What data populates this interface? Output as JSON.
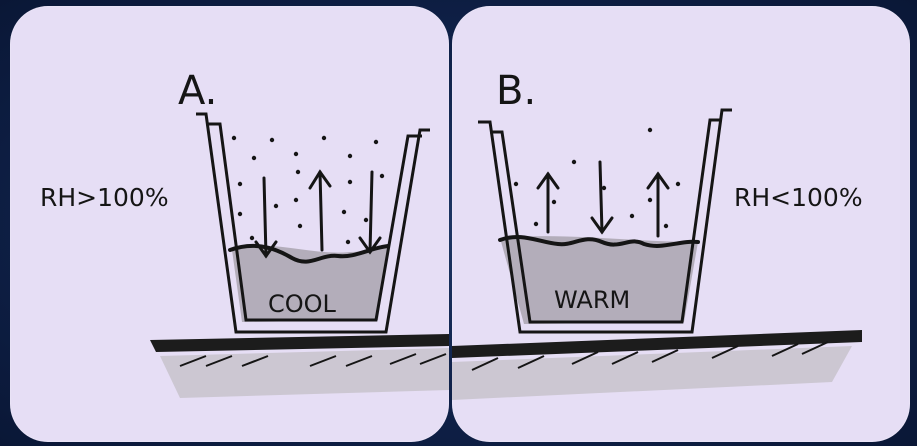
{
  "panels": [
    {
      "label": "A.",
      "rh_text": "RH>100%",
      "water_label": "COOL",
      "arrows": [
        "down",
        "up",
        "down"
      ]
    },
    {
      "label": "B.",
      "rh_text": "RH<100%",
      "water_label": "WARM",
      "arrows": [
        "up",
        "down",
        "up"
      ]
    }
  ],
  "colors": {
    "panel_bg": "#e6def5",
    "frame_bg": "#0f2149",
    "ink": "#151515",
    "water": "#b3adba"
  }
}
